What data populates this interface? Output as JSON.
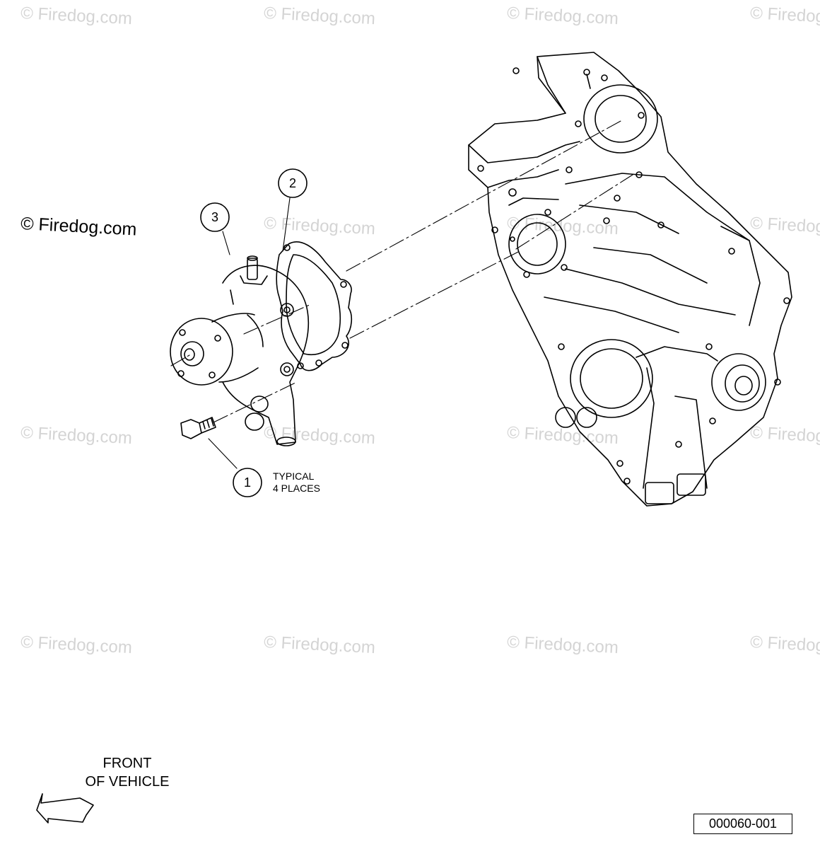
{
  "watermark": {
    "text": "© Firedog.com"
  },
  "callouts": [
    {
      "number": "1"
    },
    {
      "number": "2"
    },
    {
      "number": "3"
    }
  ],
  "note": {
    "line1": "TYPICAL",
    "line2": "4 PLACES"
  },
  "orientation": {
    "line1": "FRONT",
    "line2": "OF VEHICLE"
  },
  "figure_code": "000060-001",
  "parts_icons": [
    "bolt-icon",
    "gasket-icon",
    "water-pump-icon",
    "timing-cover-icon",
    "front-arrow-icon"
  ]
}
